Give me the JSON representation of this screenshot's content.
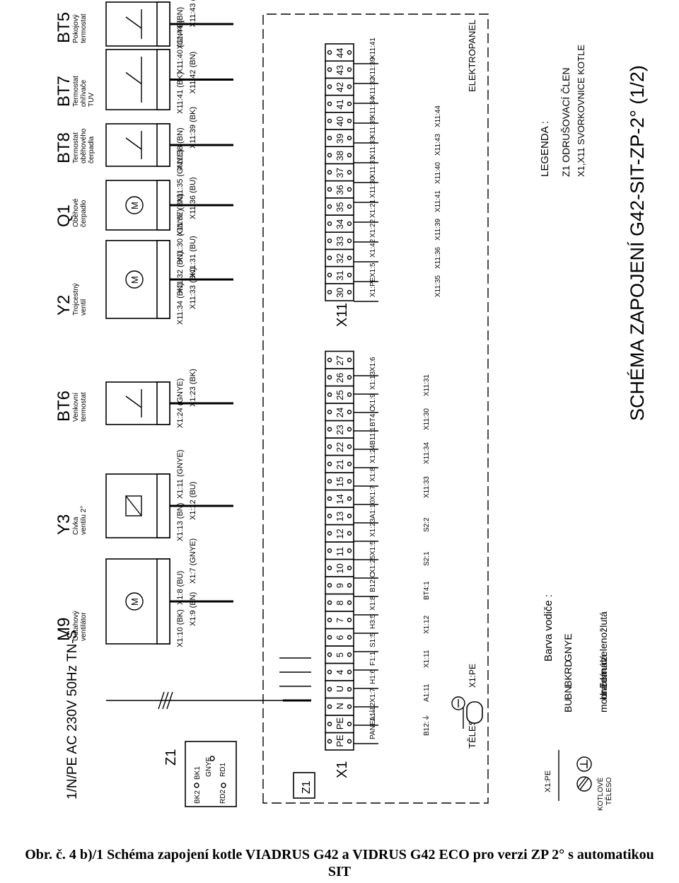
{
  "supply": "1/N/PE AC 230V 50Hz TN-S",
  "title": "SCHÉMA ZAPOJENÍ G42-SIT-ZP-2° (1/2)",
  "elektropanel": "ELEKTROPANEL",
  "legend": {
    "heading": "LEGENDA :",
    "items": [
      "Z1  ODRUŠOVACÍ ČLEN",
      "X1,X11 SVORKOVNICE KOTLE"
    ]
  },
  "wire_colors": {
    "heading": "Barva vodiče :",
    "items": [
      {
        "code": "GNYE",
        "name": "zelenožlutá"
      },
      {
        "code": "RD",
        "name": "rudá"
      },
      {
        "code": "BK",
        "name": "černá"
      },
      {
        "code": "BN",
        "name": "hnědá"
      },
      {
        "code": "BU",
        "name": "modrá"
      }
    ]
  },
  "devices": [
    {
      "id": "BT5",
      "desc": [
        "Pokojový",
        "termostat"
      ]
    },
    {
      "id": "BT7",
      "desc": [
        "Termostat",
        "ohřívače",
        "TUV"
      ]
    },
    {
      "id": "BT8",
      "desc": [
        "Termostat",
        "oběhového",
        "čerpadla"
      ]
    },
    {
      "id": "Q1",
      "desc": [
        "Oběhové",
        "čerpadlo"
      ]
    },
    {
      "id": "Y2",
      "desc": [
        "Trojcestný",
        "ventil"
      ]
    },
    {
      "id": "BT6",
      "desc": [
        "Venkovní",
        "termostat"
      ]
    },
    {
      "id": "Y3",
      "desc": [
        "Cívka",
        "ventilu 2°"
      ]
    },
    {
      "id": "M9",
      "desc": [
        "Odtahový",
        "ventilátor"
      ]
    },
    {
      "id": "Z1",
      "desc": []
    }
  ],
  "device_wires": [
    "X11:44 (BN)",
    "X11:43 (BK)",
    "X11:41 (BK)",
    "X11:42 (BN)",
    "X11:40 (GNYE)",
    "X11:38 (BN)",
    "X11:39 (BK)",
    "X11:37 (BN)",
    "X11:36 (BU)",
    "X11:35 (GNYE)",
    "X11:34 (BK)",
    "X11:33 (BK)",
    "X11:32 (BN)",
    "X11:31 (BU)",
    "X11:30 (GNYE)",
    "X1:24 (GNYE)",
    "X1:23 (BK)",
    "X1:13 (BN)",
    "X1:12 (BU)",
    "X1:11 (GNYE)",
    "X1:10 (BK)",
    "X1:9 (BN)",
    "X1:8 (BU)",
    "X1:7 (GNYE)"
  ],
  "x11_terminals": [
    "30",
    "31",
    "32",
    "33",
    "34",
    "35",
    "36",
    "37",
    "38",
    "39",
    "40",
    "41",
    "42",
    "43",
    "44"
  ],
  "x1_terminals": [
    "PE",
    "PE",
    "N",
    "U",
    "4",
    "5",
    "6",
    "7",
    "8",
    "9",
    "10",
    "11",
    "12",
    "13",
    "14",
    "15",
    "21",
    "22",
    "23",
    "24",
    "25",
    "26",
    "27"
  ],
  "x11_labels_inner": [
    "X1:PE",
    "X1:5",
    "X1:42",
    "X1:22",
    "X1:21",
    "X11:30",
    "X11:31",
    "X11:33",
    "X11:35",
    "X11:34",
    "X11:32",
    "X11:39",
    "X11:41"
  ],
  "x11_labels_outer": [
    "X11:35",
    "X11:36",
    "X11:39",
    "X11:41",
    "X11:40",
    "X11:43",
    "X11:44"
  ],
  "x1_labels_inner": [
    "PANEL:⏚",
    "A1:12",
    "X1:7",
    "H1:6",
    "F1:1",
    "S1:5",
    "H3:5",
    "X1:8",
    "B12:C",
    "X1:25",
    "X1:5",
    "X1:23",
    "A1:10",
    "X1:7",
    "X1:8",
    "X1:24",
    "B11:1",
    "BT4:C",
    "X1:9",
    "X1:13",
    "X1:6"
  ],
  "x1_labels_outer": [
    "B12:⏚",
    "A1:11",
    "X1:11",
    "X1:12",
    "BT4:1",
    "S2:1",
    "S2:2",
    "X11:33",
    "X11:34",
    "X11:30",
    "X11:31"
  ],
  "z1_pins": [
    "BK1",
    "GNYE",
    "RD1",
    "BK2",
    "RD2"
  ],
  "teleso": "TĚLESO:⏚",
  "x1pe": "X1:PE",
  "kotlove": [
    "KOTLOVÉ",
    "TĚLESO"
  ],
  "x1_name": "X1",
  "x11_name": "X11",
  "caption": [
    "Obr. č. 4 b)/1 Schéma zapojení  kotle VIADRUS G42 a VIDRUS G42 ECO pro verzi ZP 2° s automatikou",
    "SIT"
  ]
}
